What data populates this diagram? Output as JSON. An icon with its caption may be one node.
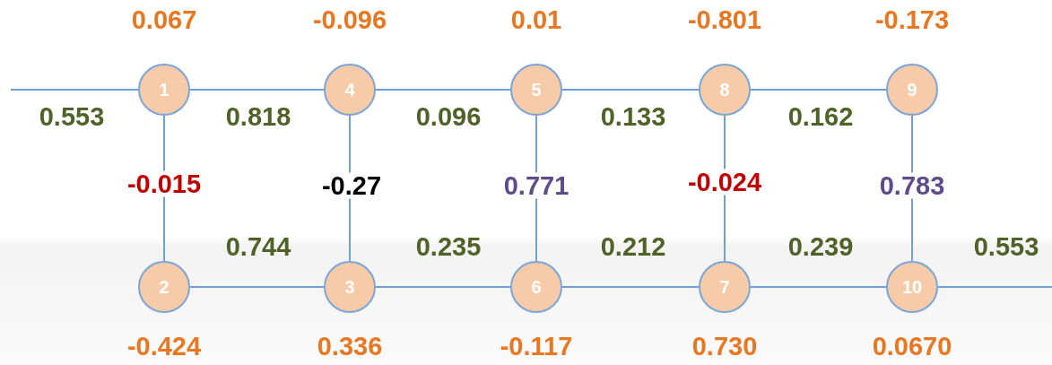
{
  "diagram": {
    "nodes": [
      {
        "text": [
          "1"
        ],
        "beside": [
          "0.067"
        ]
      },
      {
        "text": [
          "4"
        ],
        "beside": [
          "-0.096"
        ]
      },
      {
        "text": [
          "5"
        ],
        "beside": [
          "0.01"
        ]
      },
      {
        "text": [
          "8"
        ],
        "beside": [
          "-0.801"
        ]
      },
      {
        "text": [
          "9"
        ],
        "beside": [
          "-0.173"
        ]
      },
      {
        "text": [
          "2"
        ],
        "beside": [
          "-0.424"
        ]
      },
      {
        "text": [
          "3"
        ],
        "beside": [
          "0.336"
        ]
      },
      {
        "text": [
          "6"
        ],
        "beside": [
          "-0.117"
        ]
      },
      {
        "text": [
          "7"
        ],
        "beside": [
          "0.730"
        ]
      },
      {
        "text": [
          "10"
        ],
        "beside": [
          "0.0670"
        ]
      }
    ],
    "edges": [
      {
        "from": null,
        "to": 0,
        "arrow": "none",
        "label": "0.553"
      },
      {
        "from": 0,
        "to": 1,
        "arrow": "none",
        "label": "0.818"
      },
      {
        "from": 1,
        "to": 2,
        "arrow": "none",
        "label": "0.096"
      },
      {
        "from": 2,
        "to": 3,
        "arrow": "none",
        "label": "0.133"
      },
      {
        "from": 3,
        "to": 4,
        "arrow": "none",
        "label": "0.162"
      },
      {
        "from": 0,
        "to": 5,
        "arrow": "none",
        "label": "-0.015"
      },
      {
        "from": 1,
        "to": 6,
        "arrow": "none",
        "label": "-0.27"
      },
      {
        "from": 2,
        "to": 7,
        "arrow": "none",
        "label": "0.771"
      },
      {
        "from": 3,
        "to": 8,
        "arrow": "none",
        "label": "-0.024"
      },
      {
        "from": 4,
        "to": 9,
        "arrow": "none",
        "label": "0.783"
      },
      {
        "from": 5,
        "to": 6,
        "arrow": "none",
        "label": "0.744"
      },
      {
        "from": 6,
        "to": 7,
        "arrow": "none",
        "label": "0.235"
      },
      {
        "from": 7,
        "to": 8,
        "arrow": "none",
        "label": "0.212"
      },
      {
        "from": 8,
        "to": 9,
        "arrow": "none",
        "label": "0.239"
      },
      {
        "from": 9,
        "to": null,
        "arrow": "none",
        "label": "0.553"
      }
    ]
  }
}
